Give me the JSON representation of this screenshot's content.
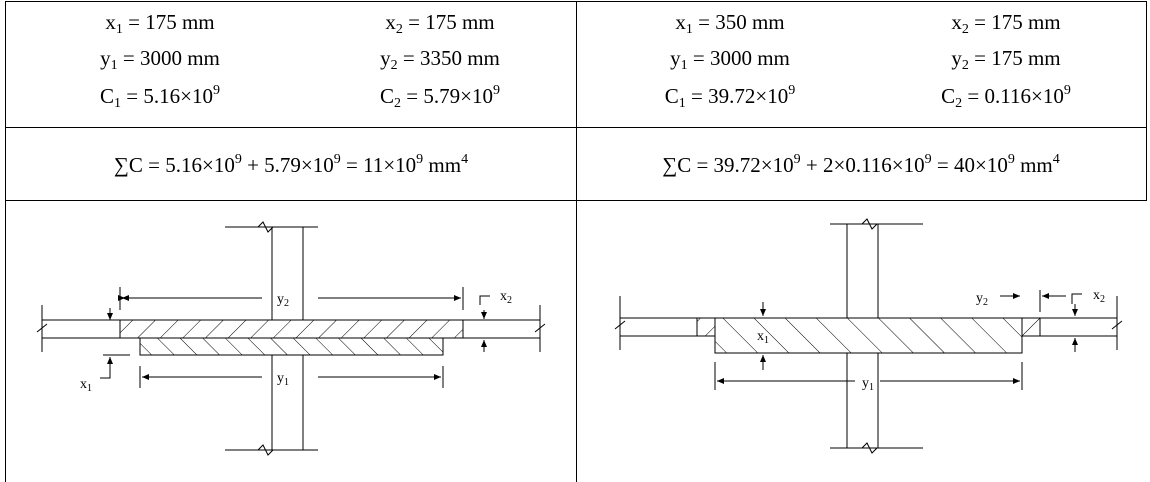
{
  "left": {
    "x1": {
      "sym": "x",
      "sub": "1",
      "val": " = 175 mm"
    },
    "x2": {
      "sym": "x",
      "sub": "2",
      "val": " = 175 mm"
    },
    "y1": {
      "sym": "y",
      "sub": "1",
      "val": " = 3000 mm"
    },
    "y2": {
      "sym": "y",
      "sub": "2",
      "val": " = 3350 mm"
    },
    "c1": {
      "sym": "C",
      "sub": "1",
      "val": " = 5.16×10",
      "exp": "9"
    },
    "c2": {
      "sym": "C",
      "sub": "2",
      "val": " = 5.79×10",
      "exp": "9"
    },
    "sum": {
      "a": "∑C = 5.16×10",
      "ea": "9",
      "b": " + 5.79×10",
      "eb": "9",
      "c": " = 11×10",
      "ec": "9",
      "d": " mm",
      "ed": "4"
    },
    "diagram": {
      "y2": "y",
      "y2sub": "2",
      "x2": "x",
      "x2sub": "2",
      "x1": "x",
      "x1sub": "1",
      "y1": "y",
      "y1sub": "1"
    }
  },
  "right": {
    "x1": {
      "sym": "x",
      "sub": "1",
      "val": " = 350 mm"
    },
    "x2": {
      "sym": "x",
      "sub": "2",
      "val": " = 175 mm"
    },
    "y1": {
      "sym": "y",
      "sub": "1",
      "val": " = 3000 mm"
    },
    "y2": {
      "sym": "y",
      "sub": "2",
      "val": " = 175 mm"
    },
    "c1": {
      "sym": "C",
      "sub": "1",
      "val": " = 39.72×10",
      "exp": "9"
    },
    "c2": {
      "sym": "C",
      "sub": "2",
      "val": " = 0.116×10",
      "exp": "9"
    },
    "sum": {
      "a": "∑C = 39.72×10",
      "ea": "9",
      "b": " + 2×0.116×10",
      "eb": "9",
      "c": " = 40×10",
      "ec": "9",
      "d": " mm",
      "ed": "4"
    },
    "diagram": {
      "y2": "y",
      "y2sub": "2",
      "x2": "x",
      "x2sub": "2",
      "x1": "x",
      "x1sub": "1",
      "y1": "y",
      "y1sub": "1"
    }
  }
}
